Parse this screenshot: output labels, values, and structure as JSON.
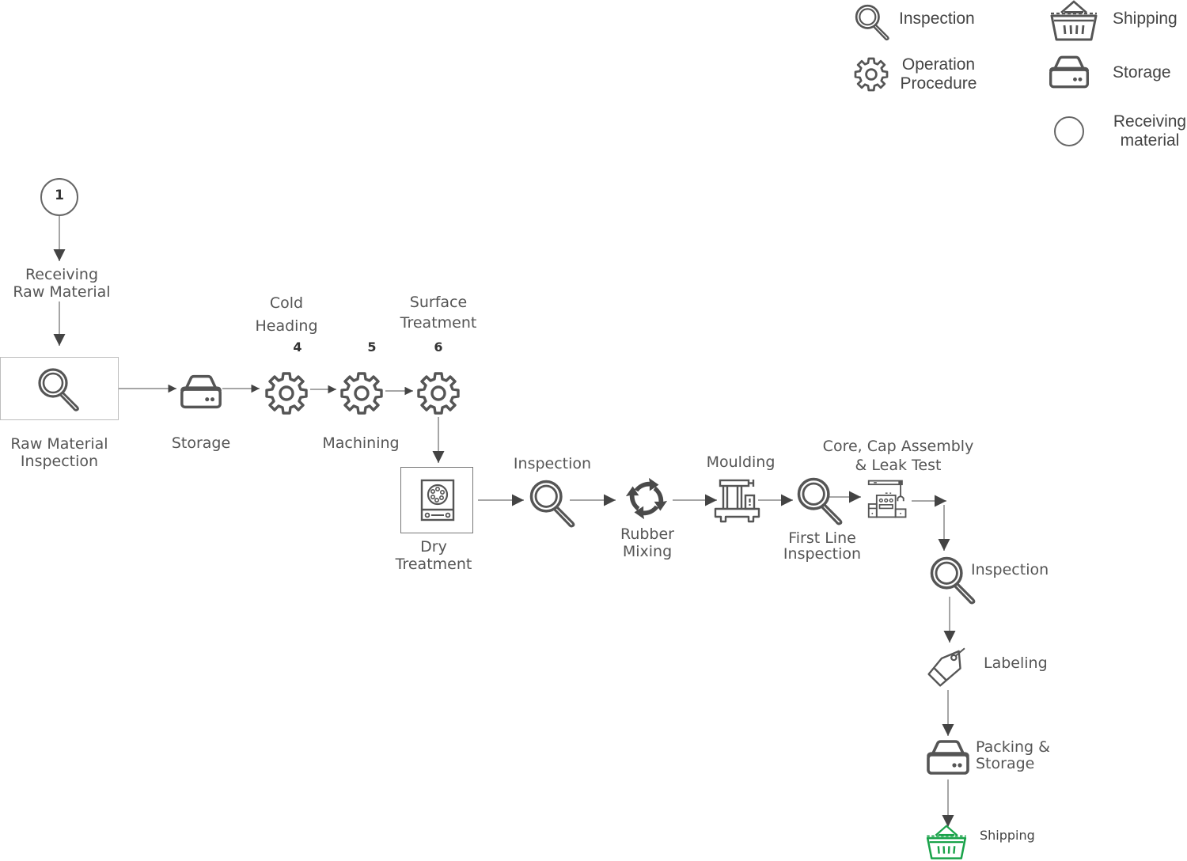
{
  "legend": {
    "items": [
      {
        "icon": "magnifier-icon",
        "label": "Inspection"
      },
      {
        "icon": "gear-icon",
        "label": "Operation\nProcedure"
      },
      {
        "icon": "basket-icon",
        "label": "Shipping"
      },
      {
        "icon": "storage-drive-icon",
        "label": "Storage"
      },
      {
        "icon": "circle-icon",
        "label": "Receiving\nmaterial"
      }
    ]
  },
  "colors": {
    "icon": "#555555",
    "arrow": "#444444",
    "line": "#888888",
    "shipping_accent": "#1aa34a",
    "box_border": "#bdbdbd"
  },
  "flow": {
    "start": {
      "number": "1",
      "icon": "circle-icon"
    },
    "steps": [
      {
        "id": "receiving",
        "label": "Receiving\nRaw Material"
      },
      {
        "id": "raw-inspection",
        "label": "Raw Material\nInspection",
        "icon": "magnifier-icon"
      },
      {
        "id": "storage",
        "label": "Storage",
        "icon": "storage-drive-icon"
      },
      {
        "id": "cold-heading",
        "label": "Cold\nHeading",
        "number": "4",
        "icon": "gear-icon"
      },
      {
        "id": "machining",
        "label": "Machining",
        "number": "5",
        "icon": "gear-icon"
      },
      {
        "id": "surface-treatment",
        "label": "Surface\nTreatment",
        "number": "6",
        "icon": "gear-icon"
      },
      {
        "id": "dry-treatment",
        "label": "Dry\nTreatment",
        "icon": "dryer-icon"
      },
      {
        "id": "inspection-1",
        "label": "Inspection",
        "icon": "magnifier-icon"
      },
      {
        "id": "rubber-mixing",
        "label": "Rubber\nMixing",
        "icon": "cycle-arrows-icon"
      },
      {
        "id": "moulding",
        "label": "Moulding",
        "icon": "moulding-machine-icon"
      },
      {
        "id": "first-line-inspection",
        "label": "First Line\nInspection",
        "icon": "magnifier-icon"
      },
      {
        "id": "assembly-leak-test",
        "label": "Core, Cap Assembly\n& Leak Test",
        "icon": "assembly-machine-icon"
      },
      {
        "id": "inspection-2",
        "label": "Inspection",
        "icon": "magnifier-icon"
      },
      {
        "id": "labeling",
        "label": "Labeling",
        "icon": "tag-icon"
      },
      {
        "id": "packing-storage",
        "label": "Packing &\nStorage",
        "icon": "storage-drive-icon"
      },
      {
        "id": "shipping",
        "label": "Shipping",
        "icon": "basket-icon"
      }
    ]
  }
}
